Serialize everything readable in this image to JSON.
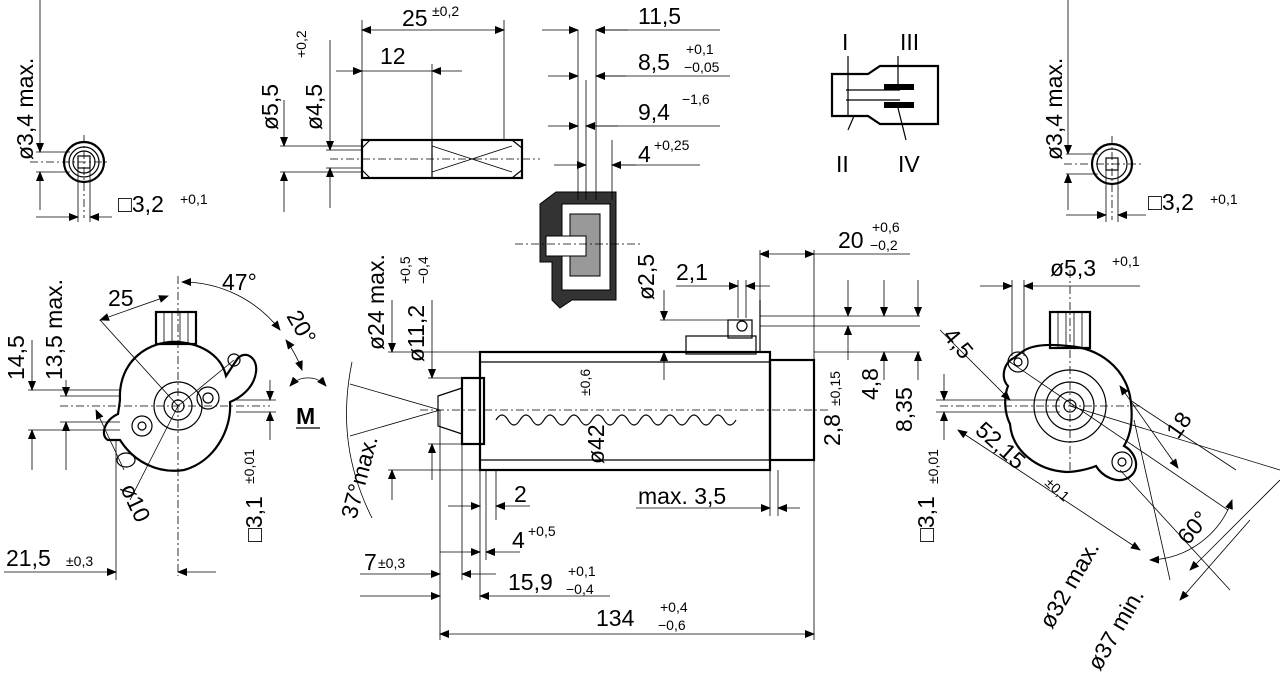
{
  "labels": {
    "shaft_dia_left": "ø3,4 max.",
    "shaft_dia_right": "ø3,4 max.",
    "square_left": "□3,2",
    "square_left_tol": "+0,1",
    "square_right": "□3,2",
    "square_right_tol": "+0,1",
    "len_25": "25",
    "len_25_tol": "±0,2",
    "len_12": "12",
    "dia_5_5": "ø5,5",
    "dia_4_5": "ø4,5",
    "dia_4_5_tol": "+0,2",
    "len_11_5": "11,5",
    "len_8_5": "8,5",
    "len_8_5_tol_up": "+0,1",
    "len_8_5_tol_low": "−0,05",
    "len_9_4": "9,4",
    "len_9_4_tol": "−1,6",
    "len_4": "4",
    "len_4_tol": "+0,25",
    "pin_I": "I",
    "pin_II": "II",
    "pin_III": "III",
    "pin_IV": "IV",
    "dim_14_5": "14,5",
    "dim_13_5": "13,5 max.",
    "dim_25": "25",
    "angle_47": "47°",
    "angle_20": "20°",
    "dim_21_5": "21,5",
    "dim_21_5_tol": "±0,3",
    "dia_10": "ø10",
    "sq_3_1_left": "□3,1",
    "sq_3_1_left_tol": "±0,01",
    "motor_symbol": "M",
    "angle_37": "37°max.",
    "dia_24": "ø24 max.",
    "dia_11_2": "ø11,2",
    "dia_11_2_tol_up": "+0,5",
    "dia_11_2_tol_low": "−0,4",
    "dia_2_5": "ø2,5",
    "dim_2_1": "2,1",
    "dim_20": "20",
    "dim_20_tol_up": "+0,6",
    "dim_20_tol_low": "−0,2",
    "dia_42": "ø42",
    "dia_42_tol": "±0,6",
    "dim_2_8": "2,8",
    "dim_2_8_tol": "±0,15",
    "dim_4_8": "4,8",
    "dim_8_35": "8,35",
    "dim_2": "2",
    "dim_max_3_5": "max. 3,5",
    "dim_4": "4",
    "dim_4_tol": "+0,5",
    "dim_7": "7",
    "dim_7_tol": "±0,3",
    "dim_15_9": "15,9",
    "dim_15_9_tol_up": "+0,1",
    "dim_15_9_tol_low": "−0,4",
    "dim_134": "134",
    "dim_134_tol_up": "+0,4",
    "dim_134_tol_low": "−0,6",
    "dia_5_3": "ø5,3",
    "dia_5_3_tol": "+0,1",
    "dim_4_5": "4,5",
    "dim_52_15": "52,15",
    "dim_52_15_tol": "±0,1",
    "dim_18": "18",
    "angle_60": "60°",
    "sq_3_1_right": "□3,1",
    "sq_3_1_right_tol": "±0,01",
    "dia_32": "ø32 max.",
    "dia_37": "ø37 min."
  }
}
